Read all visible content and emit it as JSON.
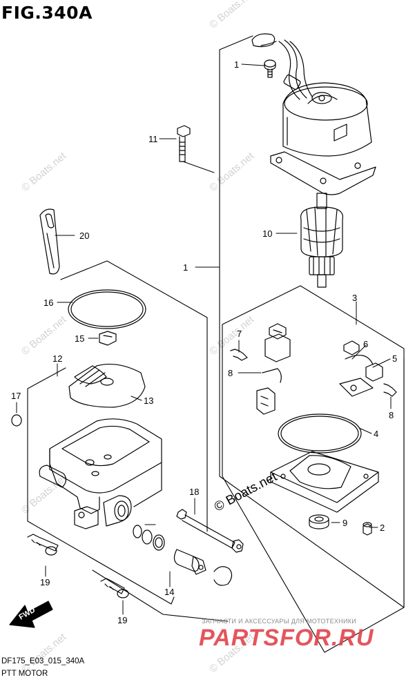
{
  "figure": {
    "title": "FIG.340A",
    "model_code": "DF175_E03_015_340A",
    "caption": "PTT MOTOR"
  },
  "callouts": [
    "1",
    "2",
    "2",
    "3",
    "4",
    "5",
    "6",
    "7",
    "7",
    "8",
    "9",
    "10",
    "11",
    "12",
    "13",
    "14",
    "15",
    "16",
    "17",
    "18",
    "19",
    "19",
    "20"
  ],
  "direction_label": "FWD",
  "watermark": {
    "text": "© Boats.net",
    "brand_tagline": "ЗАПЧАСТИ И АКСЕССУАРЫ ДЛЯ МОТОТЕХНИКИ",
    "brand_name": "PARTSFOR.RU",
    "brand_color": "#e2434c"
  }
}
